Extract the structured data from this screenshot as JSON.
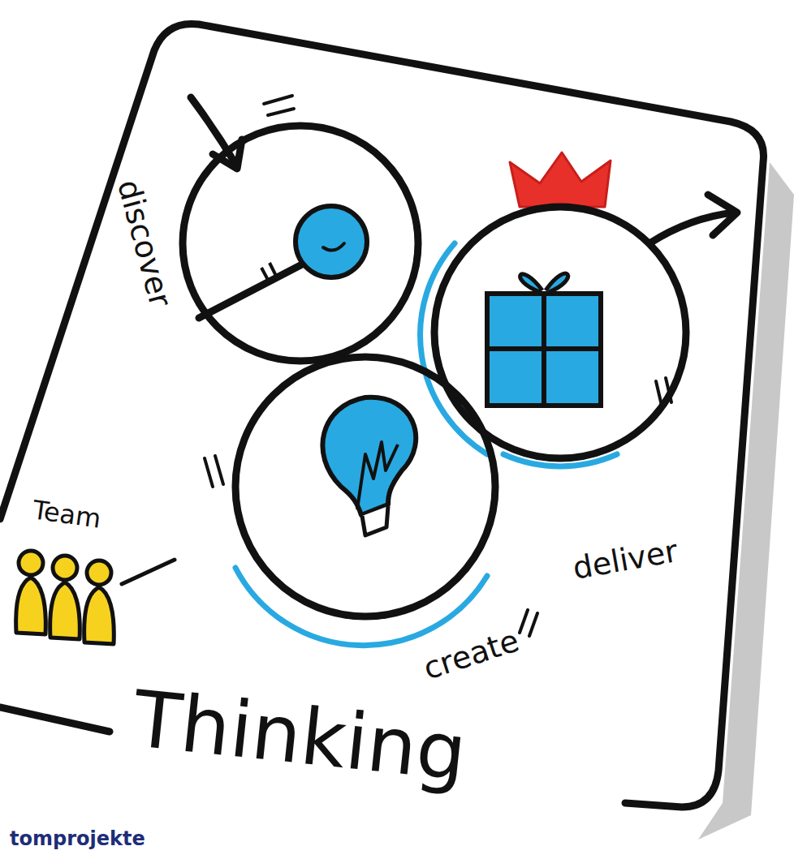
{
  "diagram": {
    "title": "Thinking",
    "nodes": [
      {
        "text": [
          "discover"
        ]
      },
      {
        "text": [
          "create"
        ]
      },
      {
        "text": [
          "deliver"
        ]
      }
    ],
    "labels": [
      "Team",
      "tomprojekte"
    ]
  }
}
